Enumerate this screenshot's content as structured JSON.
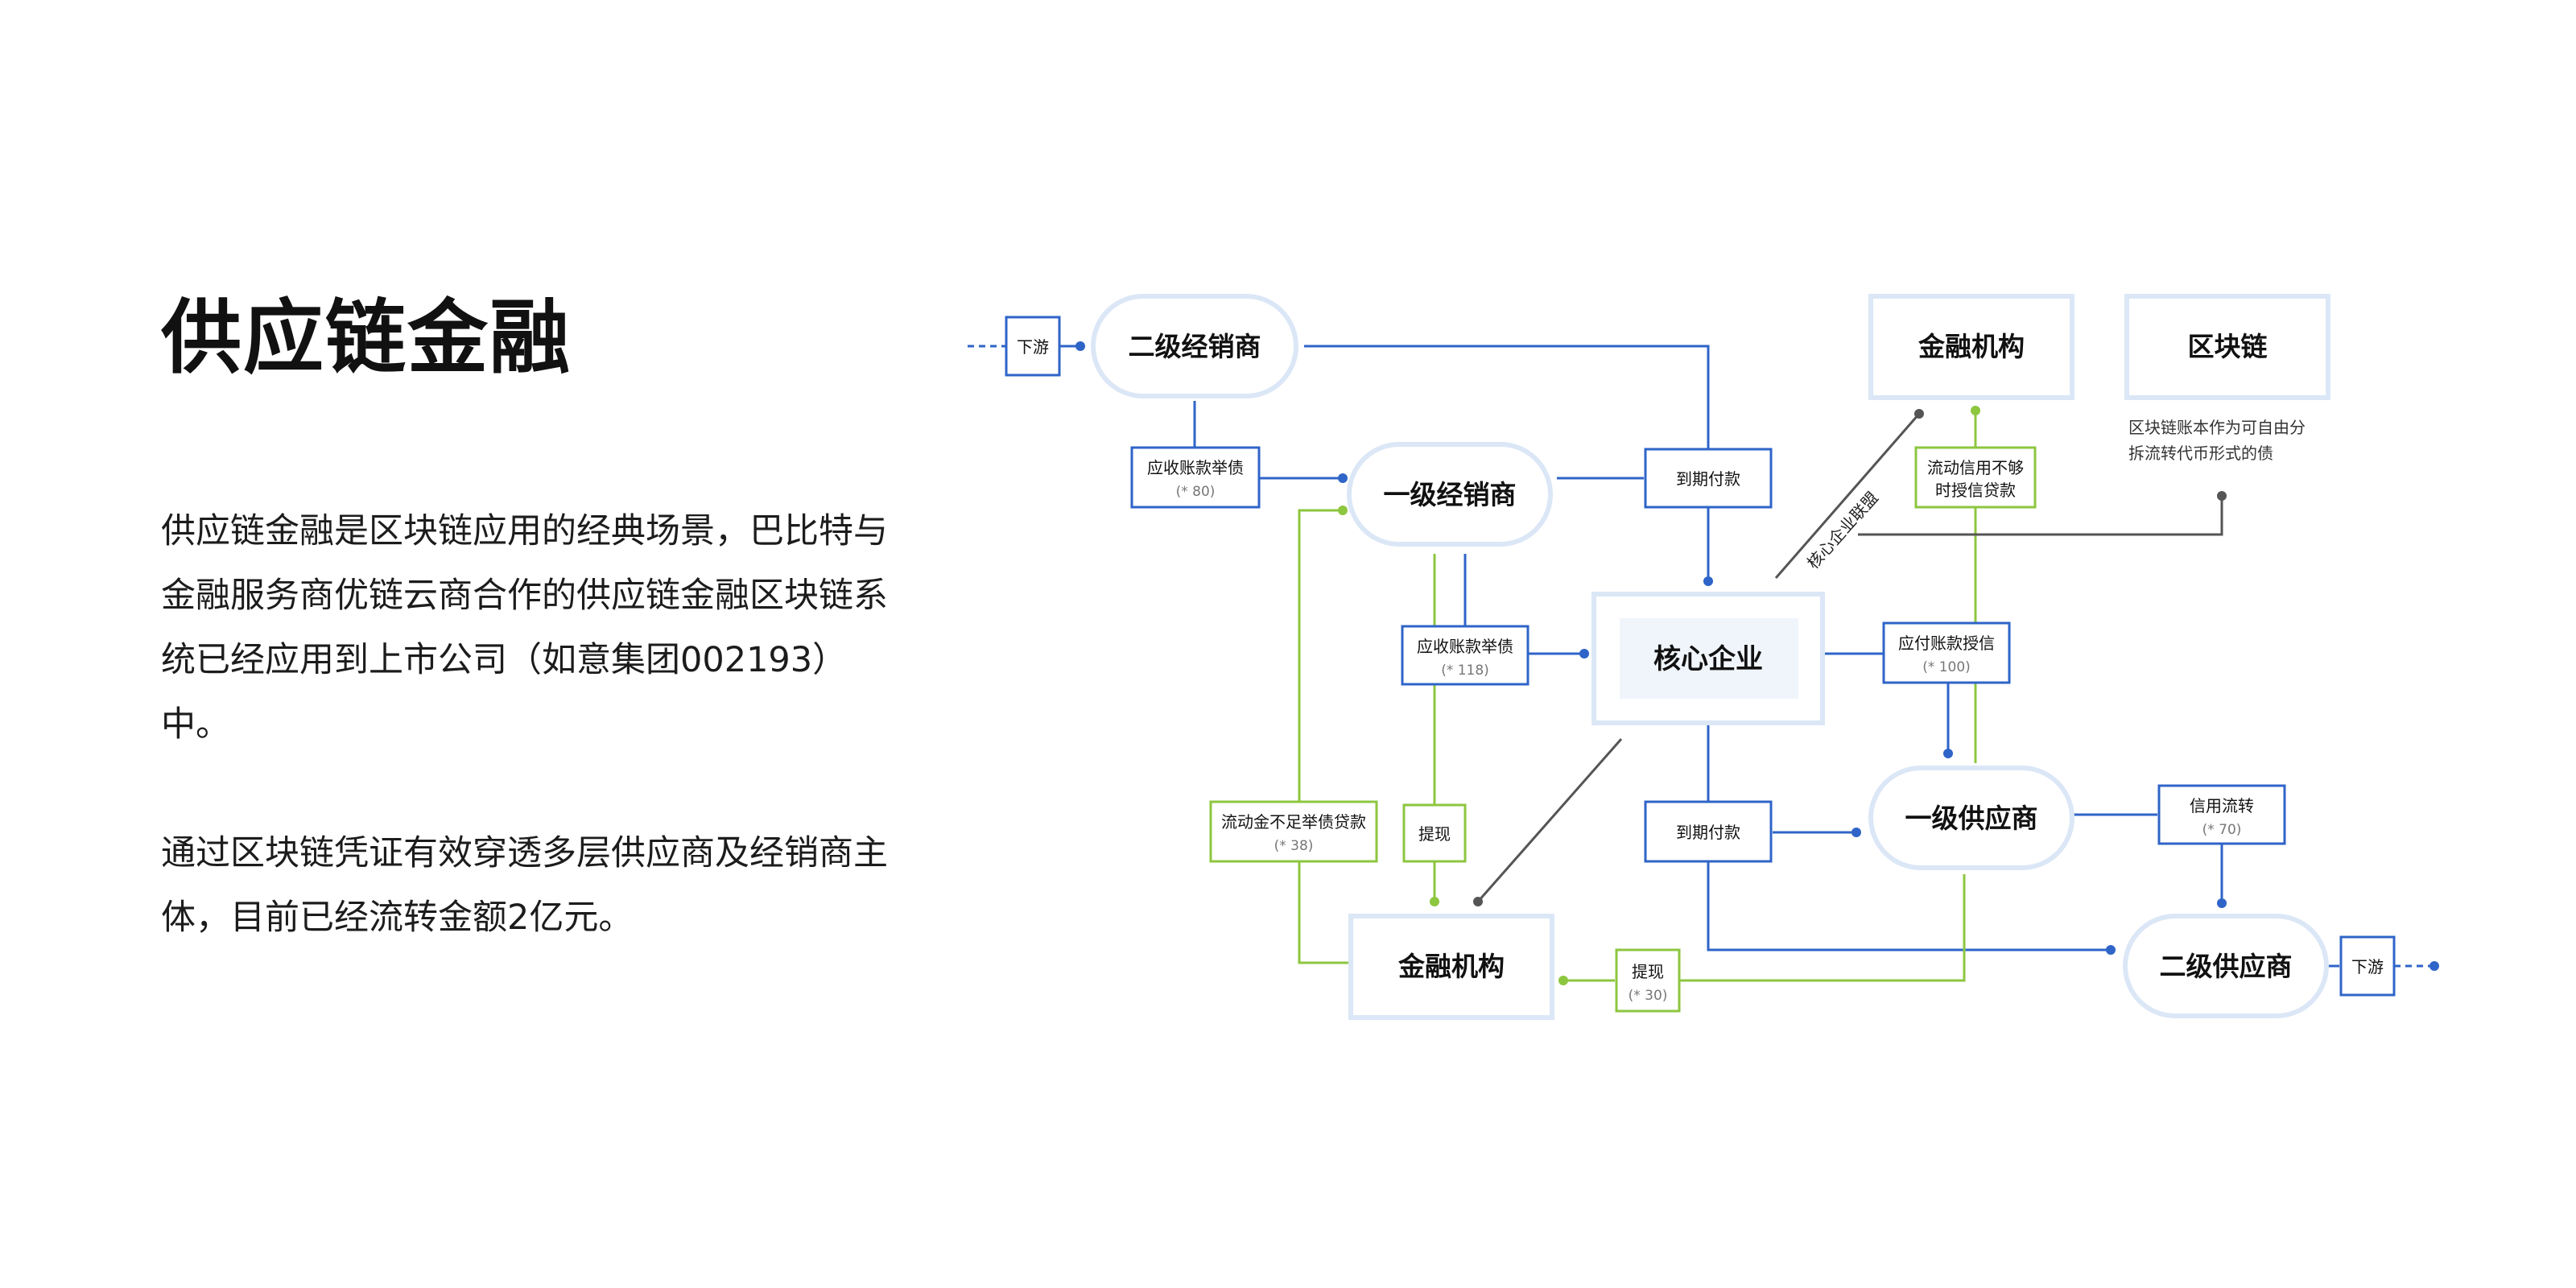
{
  "heading": {
    "title": "供应链金融"
  },
  "description": {
    "para1": "供应链金融是区块链应用的经典场景，巴比特与金融服务商优链云商合作的供应链金融区块链系统已经应用到上市公司（如意集团002193）中。",
    "para2": "通过区块链凭证有效穿透多层供应商及经销商主体，目前已经流转金额2亿元。"
  },
  "diagram": {
    "colors": {
      "blue": "#2f64c8",
      "green": "#8dc63f",
      "gray": "#555555",
      "node_border": "#dbe7f6",
      "inner_fill": "#f0f5fb"
    },
    "nodes": {
      "secondary_distributor": "二级经销商",
      "primary_distributor": "一级经销商",
      "core_enterprise": "核心企业",
      "financial_institution_top": "金融机构",
      "blockchain": "区块链",
      "primary_supplier": "一级供应商",
      "secondary_supplier": "二级供应商",
      "financial_institution_bottom": "金融机构"
    },
    "downstream_left": "下游",
    "downstream_right": "下游",
    "blockchain_note_line1": "区块链账本作为可自由分",
    "blockchain_note_line2": "拆流转代币形式的债",
    "alliance_label": "核心企业联盟",
    "labels": {
      "receivable_80": {
        "title": "应收账款举债",
        "amount": "(* 80)"
      },
      "due_payment_top": {
        "title": "到期付款"
      },
      "receivable_118": {
        "title": "应收账款举债",
        "amount": "(* 118)"
      },
      "liquidity_credit_line1": "流动信用不够",
      "liquidity_credit_line2": "时授信贷款",
      "payable_credit": {
        "title": "应付账款授信",
        "amount": "(* 100)"
      },
      "liquidity_loan": {
        "title": "流动金不足举债贷款",
        "amount": "(* 38)"
      },
      "withdraw_left": {
        "title": "提现"
      },
      "due_payment_bottom": {
        "title": "到期付款"
      },
      "credit_transfer": {
        "title": "信用流转",
        "amount": "(* 70)"
      },
      "withdraw_bottom": {
        "title": "提现",
        "amount": "(* 30)"
      }
    }
  }
}
